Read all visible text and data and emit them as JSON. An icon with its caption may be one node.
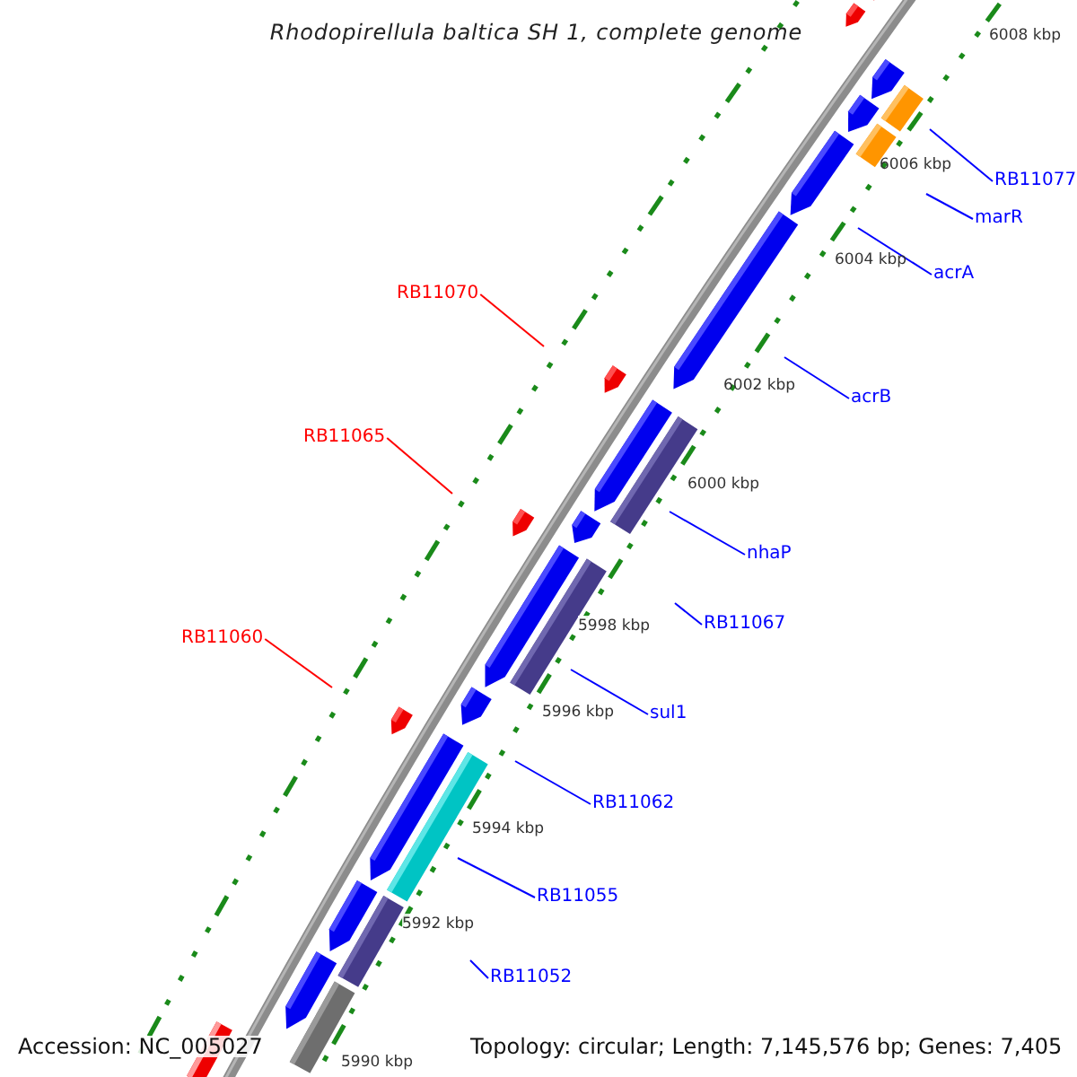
{
  "diagram": {
    "title": "Rhodopirellula baltica SH 1, complete genome",
    "nodes": [
      {
        "text": [
          "RB11077"
        ]
      },
      {
        "text": [
          "marR"
        ]
      },
      {
        "text": [
          "acrA"
        ]
      },
      {
        "text": [
          "RB11070"
        ]
      },
      {
        "text": [
          "acrB"
        ]
      },
      {
        "text": [
          "RB11065"
        ]
      },
      {
        "text": [
          "nhaP"
        ]
      },
      {
        "text": [
          "RB11067"
        ]
      },
      {
        "text": [
          "RB11060"
        ]
      },
      {
        "text": [
          "sul1"
        ]
      },
      {
        "text": [
          "RB11062"
        ]
      },
      {
        "text": [
          "RB11055"
        ]
      },
      {
        "text": [
          "RB11052"
        ]
      }
    ],
    "edges": [
      {
        "from": 0,
        "to": null,
        "arrow": "none"
      },
      {
        "from": 1,
        "to": null,
        "arrow": "none"
      },
      {
        "from": 2,
        "to": null,
        "arrow": "none"
      },
      {
        "from": 3,
        "to": null,
        "arrow": "none",
        "color": "#ff0000"
      },
      {
        "from": 4,
        "to": null,
        "arrow": "none"
      },
      {
        "from": 5,
        "to": null,
        "arrow": "none",
        "color": "#ff0000"
      },
      {
        "from": 6,
        "to": null,
        "arrow": "none"
      },
      {
        "from": 7,
        "to": null,
        "arrow": "none"
      },
      {
        "from": 8,
        "to": null,
        "arrow": "none",
        "color": "#ff0000"
      },
      {
        "from": 9,
        "to": null,
        "arrow": "none"
      },
      {
        "from": 10,
        "to": null,
        "arrow": "none"
      },
      {
        "from": 11,
        "to": null,
        "arrow": "none"
      },
      {
        "from": 12,
        "to": null,
        "arrow": "none"
      }
    ],
    "labels": [
      "6008 kbp",
      "6006 kbp",
      "6004 kbp",
      "6002 kbp",
      "6000 kbp",
      "5998 kbp",
      "5996 kbp",
      "5994 kbp",
      "5992 kbp",
      "5990 kbp",
      "Accession: NC_005027",
      "Topology: circular; Length: 7,145,576 bp; Genes: 7,405"
    ]
  }
}
